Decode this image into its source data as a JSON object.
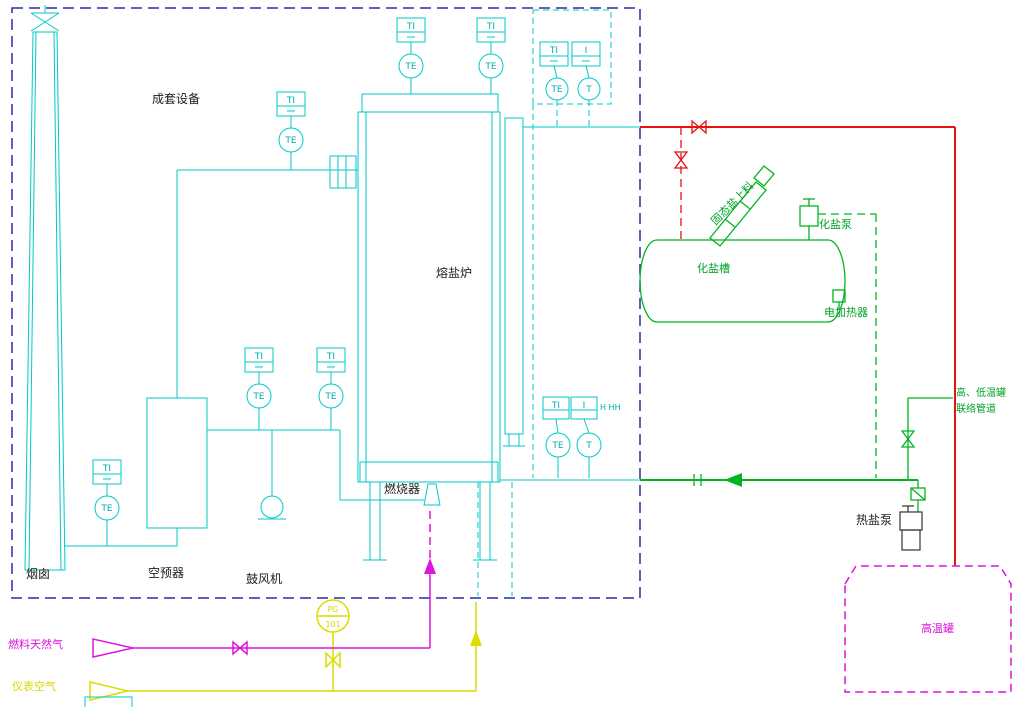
{
  "diagram": {
    "boundary_label": "成套设备",
    "equipment": {
      "chimney": "烟囱",
      "air_preheater": "空预器",
      "blower": "鼓风机",
      "furnace": "熔盐炉",
      "burner": "燃烧器",
      "salt_melt_tank": "化盐槽",
      "solid_salt_feed": "固态盐上料",
      "salt_melt_pump": "化盐泵",
      "electric_heater": "电加热器",
      "hot_salt_pump": "热盐泵",
      "high_temp_tank": "高温罐"
    },
    "lines": {
      "fuel_gas": "燃料天然气",
      "instrument_air": "仪表空气",
      "interconnect_1": "高、低温罐",
      "interconnect_2": "联络管道"
    },
    "tags": {
      "ti": "TI",
      "te": "TE",
      "t": "T",
      "i": "I",
      "pg": "PG",
      "pg_num": "101",
      "alarm": "H HH"
    },
    "colors": {
      "equipment_cyan": "#00C9C9",
      "boundary_navy": "#2A2AA5",
      "hot_salt_red": "#E51212",
      "salt_green": "#00B520",
      "gas_magenta": "#DC14DC",
      "air_yellow": "#DCDC00"
    }
  }
}
